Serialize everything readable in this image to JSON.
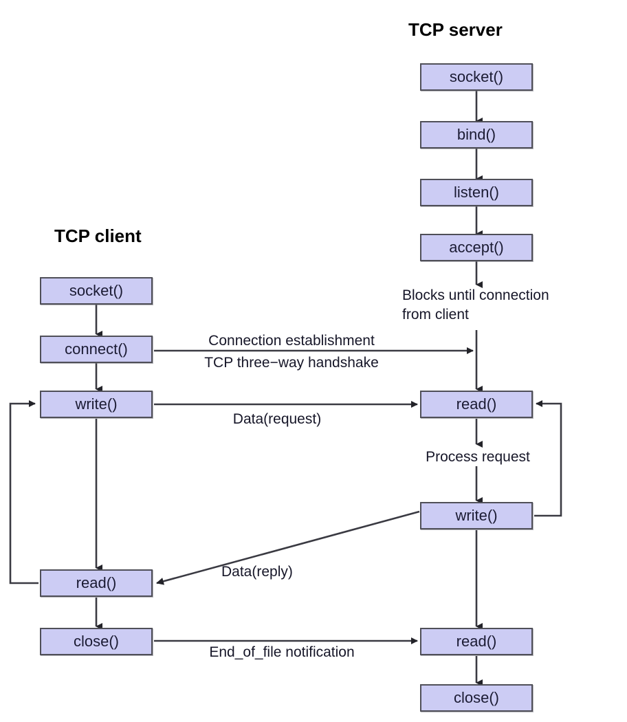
{
  "diagram": {
    "type": "diagram",
    "background_color": "#ffffff",
    "box_fill_color": "#ccccf4",
    "box_border_color": "#4f4f58",
    "line_color": "#3a3a42",
    "text_color": "#1b1b33",
    "titles": {
      "client": "TCP client",
      "server": "TCP server"
    },
    "client_nodes": [
      {
        "label": "socket()"
      },
      {
        "label": "connect()"
      },
      {
        "label": "write()"
      },
      {
        "label": "read()"
      },
      {
        "label": "close()"
      }
    ],
    "server_nodes": [
      {
        "label": "socket()"
      },
      {
        "label": "bind()"
      },
      {
        "label": "listen()"
      },
      {
        "label": "accept()"
      },
      {
        "label": "read()"
      },
      {
        "label": "write()"
      },
      {
        "label": "read()"
      },
      {
        "label": "close()"
      }
    ],
    "annotations": {
      "blocks_until_line1": "Blocks until connection",
      "blocks_until_line2": "from client",
      "connection_establishment": "Connection establishment",
      "three_way_handshake": "TCP three−way handshake",
      "data_request": "Data(request)",
      "process_request": "Process request",
      "data_reply": "Data(reply)",
      "end_of_file": "End_of_file notification"
    }
  }
}
